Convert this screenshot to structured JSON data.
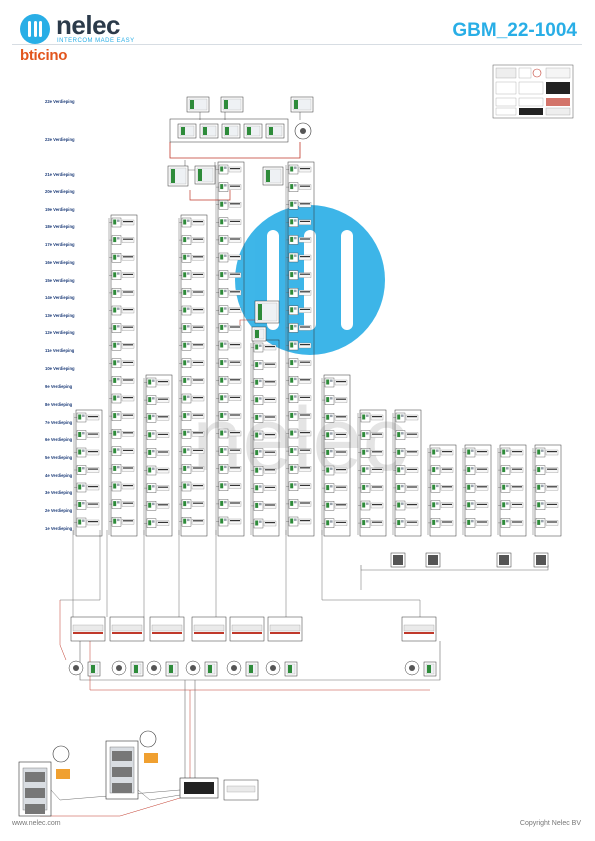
{
  "header": {
    "brand": "nelec",
    "tagline": "INTERCOM MADE EASY",
    "partner": "bticino",
    "document_code": "GBM_22-1004"
  },
  "floors": [
    "22e Verdieping",
    "22e Verdieping",
    "21e Verdieping",
    "20e Verdieping",
    "19e Verdieping",
    "18e Verdieping",
    "17e Verdieping",
    "16e Verdieping",
    "15e Verdieping",
    "14e Verdieping",
    "13e Verdieping",
    "12e Verdieping",
    "11e Verdieping",
    "10e Verdieping",
    "9e Verdieping",
    "8e Verdieping",
    "7e Verdieping",
    "6e Verdieping",
    "5e Verdieping",
    "4e Verdieping",
    "3e Verdieping",
    "2e Verdieping",
    "1e Verdieping"
  ],
  "colors": {
    "accent": "#29aee6",
    "partner": "#e2551d",
    "wire_red": "#c0392b",
    "wire_grey": "#6d6d6d",
    "label": "#1f3e7a"
  },
  "footer": {
    "website": "www.nelec.com",
    "copyright": "Copyright Nelec BV"
  }
}
